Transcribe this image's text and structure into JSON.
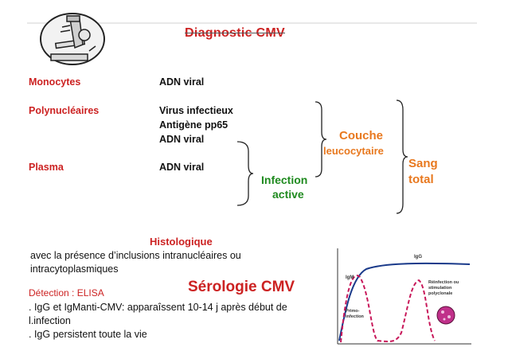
{
  "slide": {
    "title": "Diagnostic CMV",
    "rows": [
      {
        "cell": "Monocytes",
        "items": [
          "ADN viral"
        ]
      },
      {
        "cell": "Polynucléaires",
        "items": [
          "Virus infectieux",
          "Antigène pp65",
          "ADN viral"
        ]
      },
      {
        "cell": "Plasma",
        "items": [
          "ADN viral"
        ]
      }
    ],
    "groups": {
      "infection_active": [
        "Infection",
        "active"
      ],
      "couche_leucocytaire": [
        "Couche",
        "leucocytaire"
      ],
      "sang_total": [
        "Sang",
        "total"
      ]
    },
    "histologique": {
      "heading": "Histologique",
      "text_line1": "avec la présence d’inclusions intranucléaires ou",
      "text_line2": "intracytoplasmiques"
    },
    "serologie": {
      "title": "Sérologie CMV",
      "detection": "Détection : ELISA",
      "line1": ". IgG et IgManti-CMV: apparaîssent 10-14 j après début de",
      "line2": "l.infection",
      "line3": ". IgG persistent toute la vie"
    },
    "graph_labels": {
      "igm": "IgM",
      "igg": "IgG",
      "primo": [
        "Primo-",
        "infection"
      ],
      "reinfection": [
        "Réinfection  ou",
        "stimulation",
        "polyclonale"
      ]
    },
    "colors": {
      "red": "#cc2222",
      "orange": "#e8781e",
      "green": "#1f8a1f",
      "curve_blue": "#1a3a8a",
      "curve_pink": "#c8185a"
    }
  }
}
